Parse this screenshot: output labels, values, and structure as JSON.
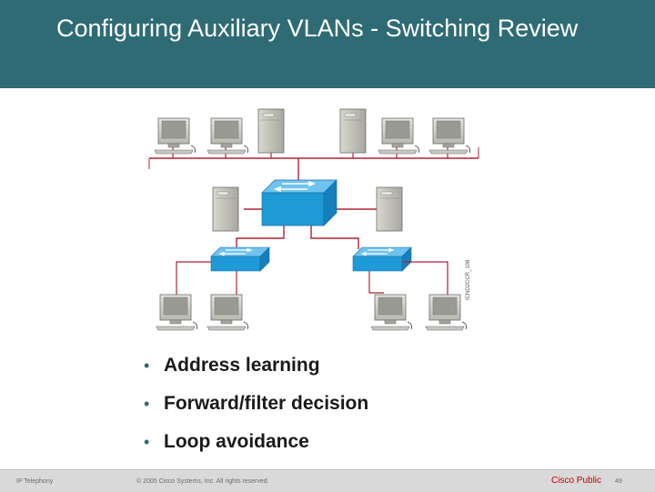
{
  "slide": {
    "title": "Configuring Auxiliary VLANs - Switching Review",
    "diagram_code": "ICND2CCR_108",
    "bullets": [
      "Address learning",
      "Forward/filter decision",
      "Loop avoidance"
    ]
  },
  "footer": {
    "section": "IP Telephony",
    "copyright": "© 2005 Cisco Systems, Inc. All rights reserved.",
    "classification": "Cisco Public",
    "page_number": "49"
  },
  "colors": {
    "header_bg": "#2f6b75",
    "link_color": "#b22234",
    "switch_blue": "#1e9ad6",
    "classification_red": "#c00000"
  }
}
